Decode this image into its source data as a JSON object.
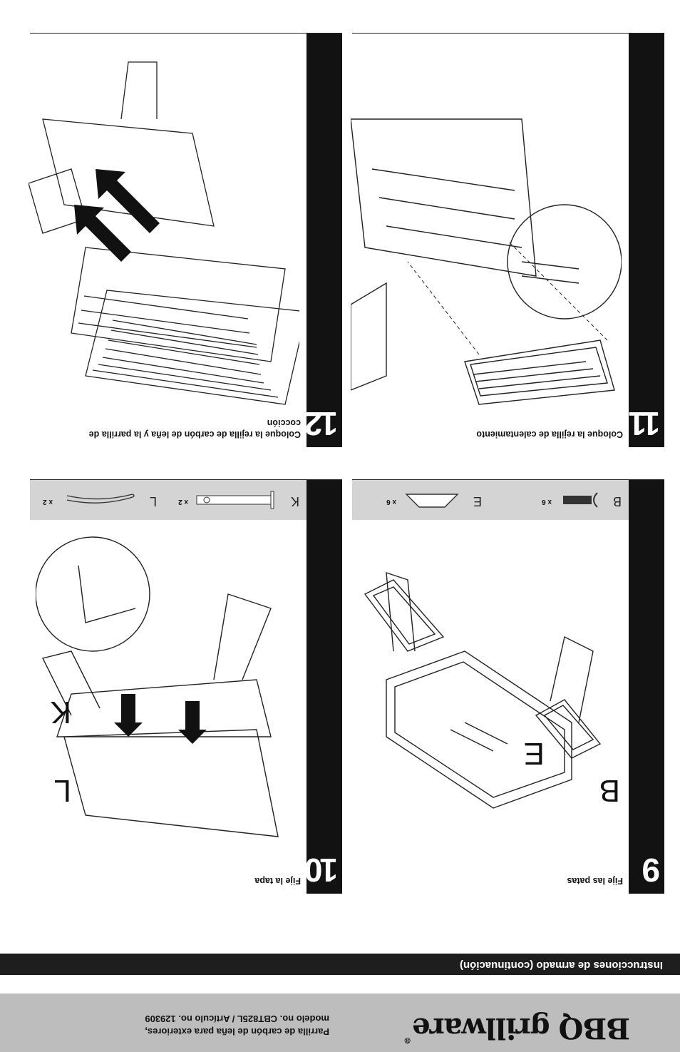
{
  "header": {
    "brand": "BBQ grillware",
    "registered_mark": "®",
    "model_line1": "Parrilla de carbón de leña para exteriores,",
    "model_line2": "modelo no. CBT825L / Artículo no. 129309"
  },
  "section_title": "Instrucciones de armado (continuación)",
  "steps": [
    {
      "number": "9",
      "caption": "Fije las patas",
      "callouts": [
        "B",
        "E"
      ],
      "parts": [
        {
          "letter": "B",
          "qty": "x 6"
        },
        {
          "letter": "E",
          "qty": "x 6"
        }
      ]
    },
    {
      "number": "10",
      "caption": "Fije la tapa",
      "callouts": [
        "L",
        "K"
      ],
      "parts": [
        {
          "letter": "K",
          "qty": "x 2"
        },
        {
          "letter": "L",
          "qty": "x 2"
        }
      ]
    },
    {
      "number": "11",
      "caption": "Coloque la rejilla de calentamiento"
    },
    {
      "number": "12",
      "caption": "Coloque la rejilla de carbón de leña y la parrilla de cocción"
    }
  ]
}
